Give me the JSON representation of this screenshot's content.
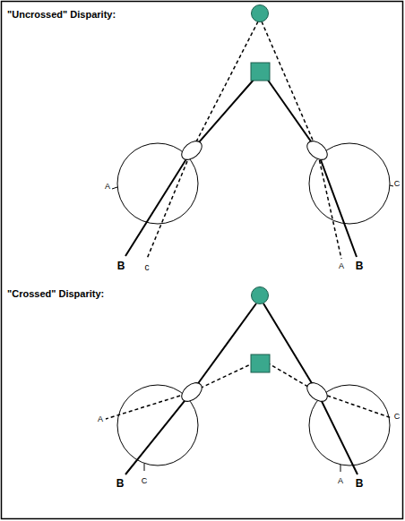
{
  "diagram": {
    "labels": [
      "\"Uncrossed\" Disparity:",
      "A",
      "C",
      "B",
      "c",
      "A",
      "B",
      "\"Crossed\" Disparity:",
      "A",
      "C",
      "B",
      "C",
      "A",
      "B"
    ]
  }
}
